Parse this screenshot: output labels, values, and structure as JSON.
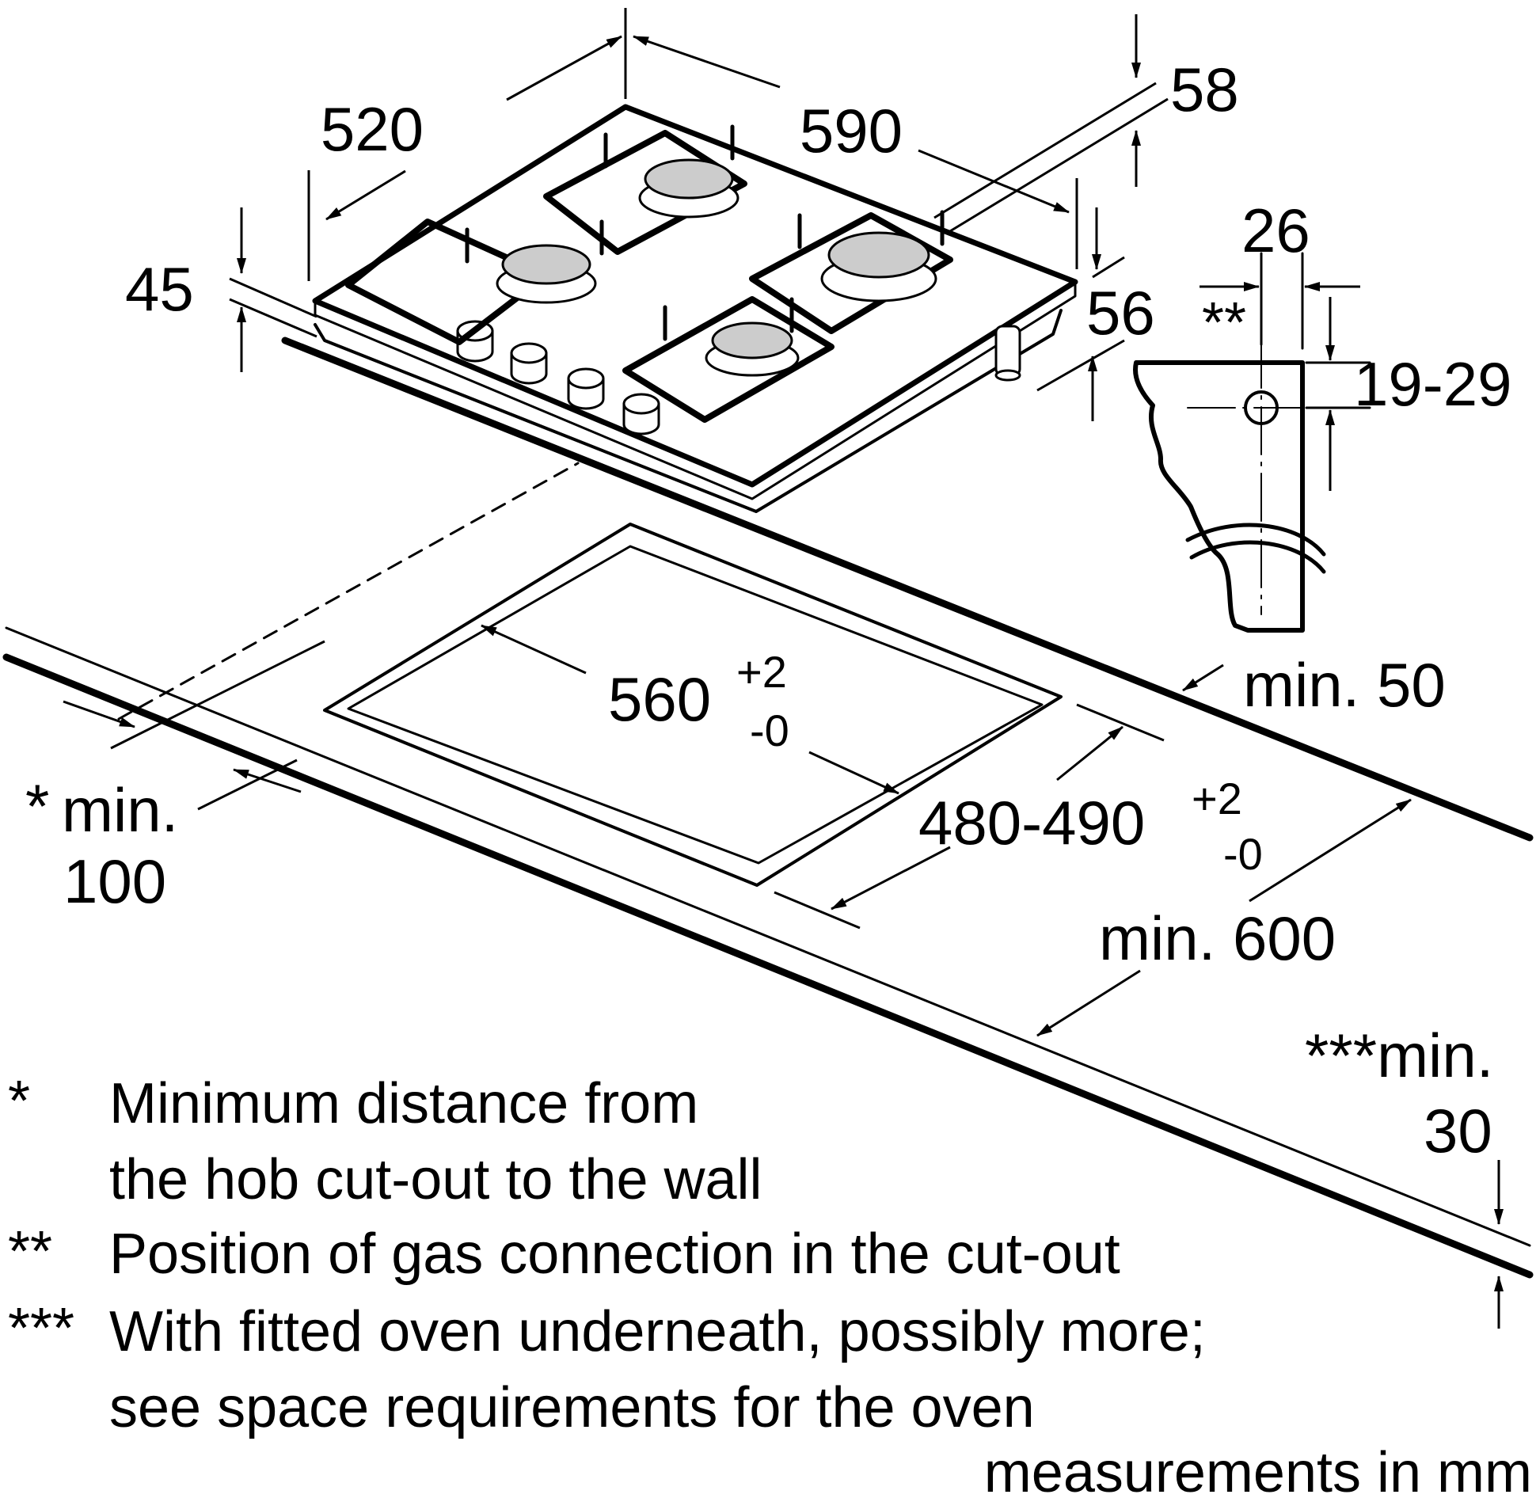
{
  "dimensions": {
    "depth": "520",
    "width": "590",
    "glass_depth": "58",
    "height_front": "45",
    "height_rear": "56",
    "gas_offset": "26",
    "gas_height": "19-29",
    "gas_marker": "**",
    "cutout_width": "560",
    "cutout_width_tol_plus": "+2",
    "cutout_width_tol_minus": "-0",
    "cutout_depth": "480-490",
    "cutout_depth_tol_plus": "+2",
    "cutout_depth_tol_minus": "-0",
    "min_rear": "min. 50",
    "min_worktop": "min. 600",
    "min_wall_line1": "min.",
    "min_wall_line2": "100",
    "min_wall_marker": "*",
    "min_front_line1": "***min.",
    "min_front_line2": "30"
  },
  "notes": [
    {
      "marker": "*",
      "lines": [
        "Minimum distance from",
        "the hob cut-out to the wall"
      ]
    },
    {
      "marker": "**",
      "lines": [
        "Position of gas connection in the cut-out"
      ]
    },
    {
      "marker": "***",
      "lines": [
        "With fitted oven underneath, possibly more;",
        "see space requirements for the oven"
      ]
    }
  ],
  "units_note": "measurements in mm",
  "colors": {
    "line": "#000000",
    "burner": "#cccccc",
    "background": "#ffffff"
  }
}
